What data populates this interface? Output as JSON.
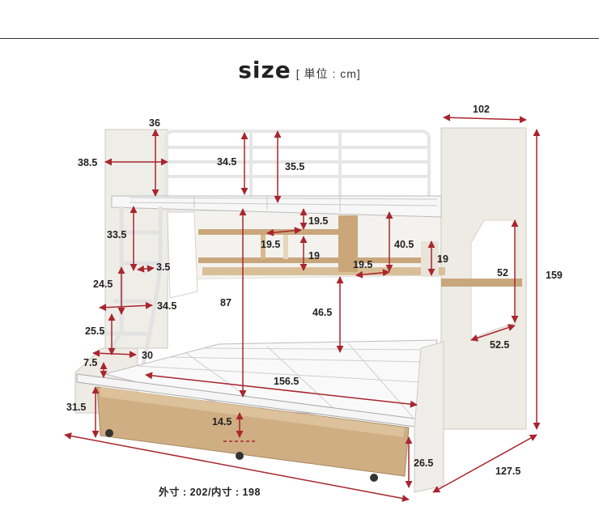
{
  "header": {
    "title": "size",
    "unit": "[ 単位 : cm]"
  },
  "dimensions": {
    "d102": "102",
    "d36": "36",
    "d38_5": "38.5",
    "d34_5_top": "34.5",
    "d35_5": "35.5",
    "d19_5_a": "19.5",
    "d19_5_b": "19.5",
    "d19_a": "19",
    "d40_5": "40.5",
    "d19_b": "19",
    "d19_5_c": "19.5",
    "d33_5": "33.5",
    "d3_5": "3.5",
    "d52": "52",
    "d159": "159",
    "d24_5": "24.5",
    "d34_5_ladder": "34.5",
    "d87": "87",
    "d46_5": "46.5",
    "d25_5": "25.5",
    "d30": "30",
    "d7_5": "7.5",
    "d52_5": "52.5",
    "d156_5": "156.5",
    "d31_5": "31.5",
    "d14_5": "14.5",
    "d26_5": "26.5",
    "d127_5": "127.5"
  },
  "footer": {
    "sizes": "外寸 : 202/内寸 : 198"
  },
  "colors": {
    "accent": "#a8262e",
    "frame": "#f2f0ec",
    "wood": "#c9a77c",
    "board": "#ece8e1"
  }
}
